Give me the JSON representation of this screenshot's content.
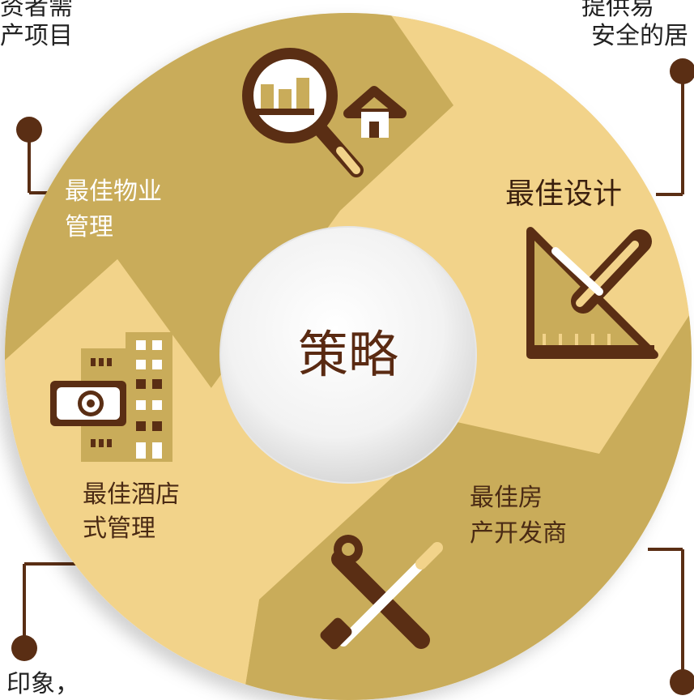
{
  "center": {
    "title": "策略"
  },
  "segments": [
    {
      "id": "property-management",
      "lines": [
        "最佳物业",
        "管理"
      ]
    },
    {
      "id": "design",
      "lines": [
        "最佳设计"
      ]
    },
    {
      "id": "developer",
      "lines": [
        "最佳房",
        "产开发商"
      ]
    },
    {
      "id": "hotel-management",
      "lines": [
        "最佳酒店",
        "式管理"
      ]
    }
  ],
  "callouts": {
    "top_left": [
      "资者需",
      "产项目"
    ],
    "top_right": [
      "提供易",
      "安全的居"
    ],
    "bottom_left": [
      "印象，"
    ]
  },
  "icons": {
    "property-management": "magnifier-chart-house-icon",
    "design": "ruler-pencil-triangle-icon",
    "developer": "tools-wrench-screwdriver-icon",
    "hotel-management": "building-money-icon"
  },
  "colors": {
    "ring_light": "#f2d38a",
    "ring_dark": "#c9ac5a",
    "brown": "#5a2e14",
    "white": "#ffffff"
  }
}
